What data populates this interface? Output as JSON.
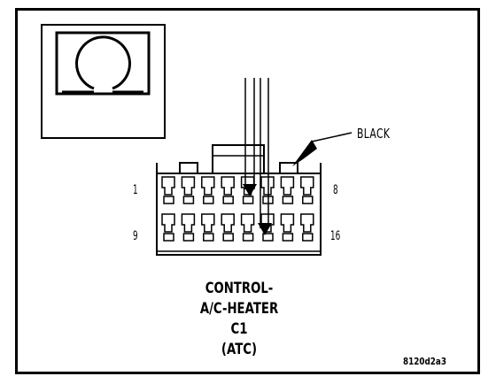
{
  "connector": {
    "color_label": "BLACK",
    "pin_labels": {
      "top_left": "1",
      "top_right": "8",
      "bottom_left": "9",
      "bottom_right": "16"
    },
    "cavities_per_row": 8,
    "rows": 2
  },
  "title": {
    "line1": "CONTROL-",
    "line2": "A/C-HEATER",
    "line3": "C1",
    "line4": "(ATC)"
  },
  "figure_code": "8120d2a3",
  "colors": {
    "ink": "#000000",
    "paper": "#ffffff"
  }
}
